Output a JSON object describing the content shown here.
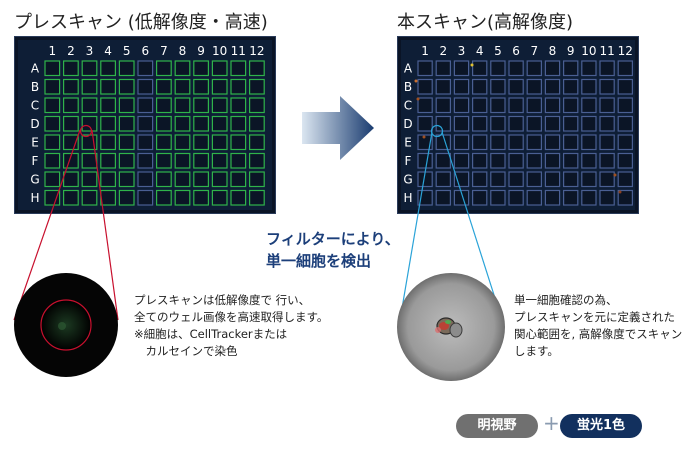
{
  "left": {
    "title": "プレスキャン (低解像度・高速)",
    "columns": [
      "1",
      "2",
      "3",
      "4",
      "5",
      "6",
      "7",
      "8",
      "9",
      "10",
      "11",
      "12"
    ],
    "rows": [
      "A",
      "B",
      "C",
      "D",
      "E",
      "F",
      "G",
      "H"
    ],
    "description": [
      "プレスキャンは低解像度で 行い、",
      "全てのウェル画像を高速取得します。",
      "※細胞は、CellTrackerまたは",
      "　カルセインで染色"
    ]
  },
  "right": {
    "title": "本スキャン(高解像度)",
    "columns": [
      "1",
      "2",
      "3",
      "4",
      "5",
      "6",
      "7",
      "8",
      "9",
      "10",
      "11",
      "12"
    ],
    "rows": [
      "A",
      "B",
      "C",
      "D",
      "E",
      "F",
      "G",
      "H"
    ],
    "description": [
      "単一細胞確認の為、",
      "プレスキャンを元に定義された",
      "関心範囲を, 高解像度でスキャン",
      "します。"
    ]
  },
  "middle": {
    "line1": "フィルターにより、",
    "line2": "単一細胞を検出"
  },
  "badges": {
    "brightfield": "明視野",
    "plus": "+",
    "fluorescence": "蛍光1色"
  },
  "colors": {
    "plate_bg": "#0e1e36",
    "green_well": "#2fb34a",
    "blue_well": "#4a5f93",
    "red_line": "#c8102e",
    "cyan_line": "#2aa3d8",
    "text_blue": "#1c3f7a",
    "badge_gray": "#707070",
    "badge_navy": "#12305e"
  }
}
